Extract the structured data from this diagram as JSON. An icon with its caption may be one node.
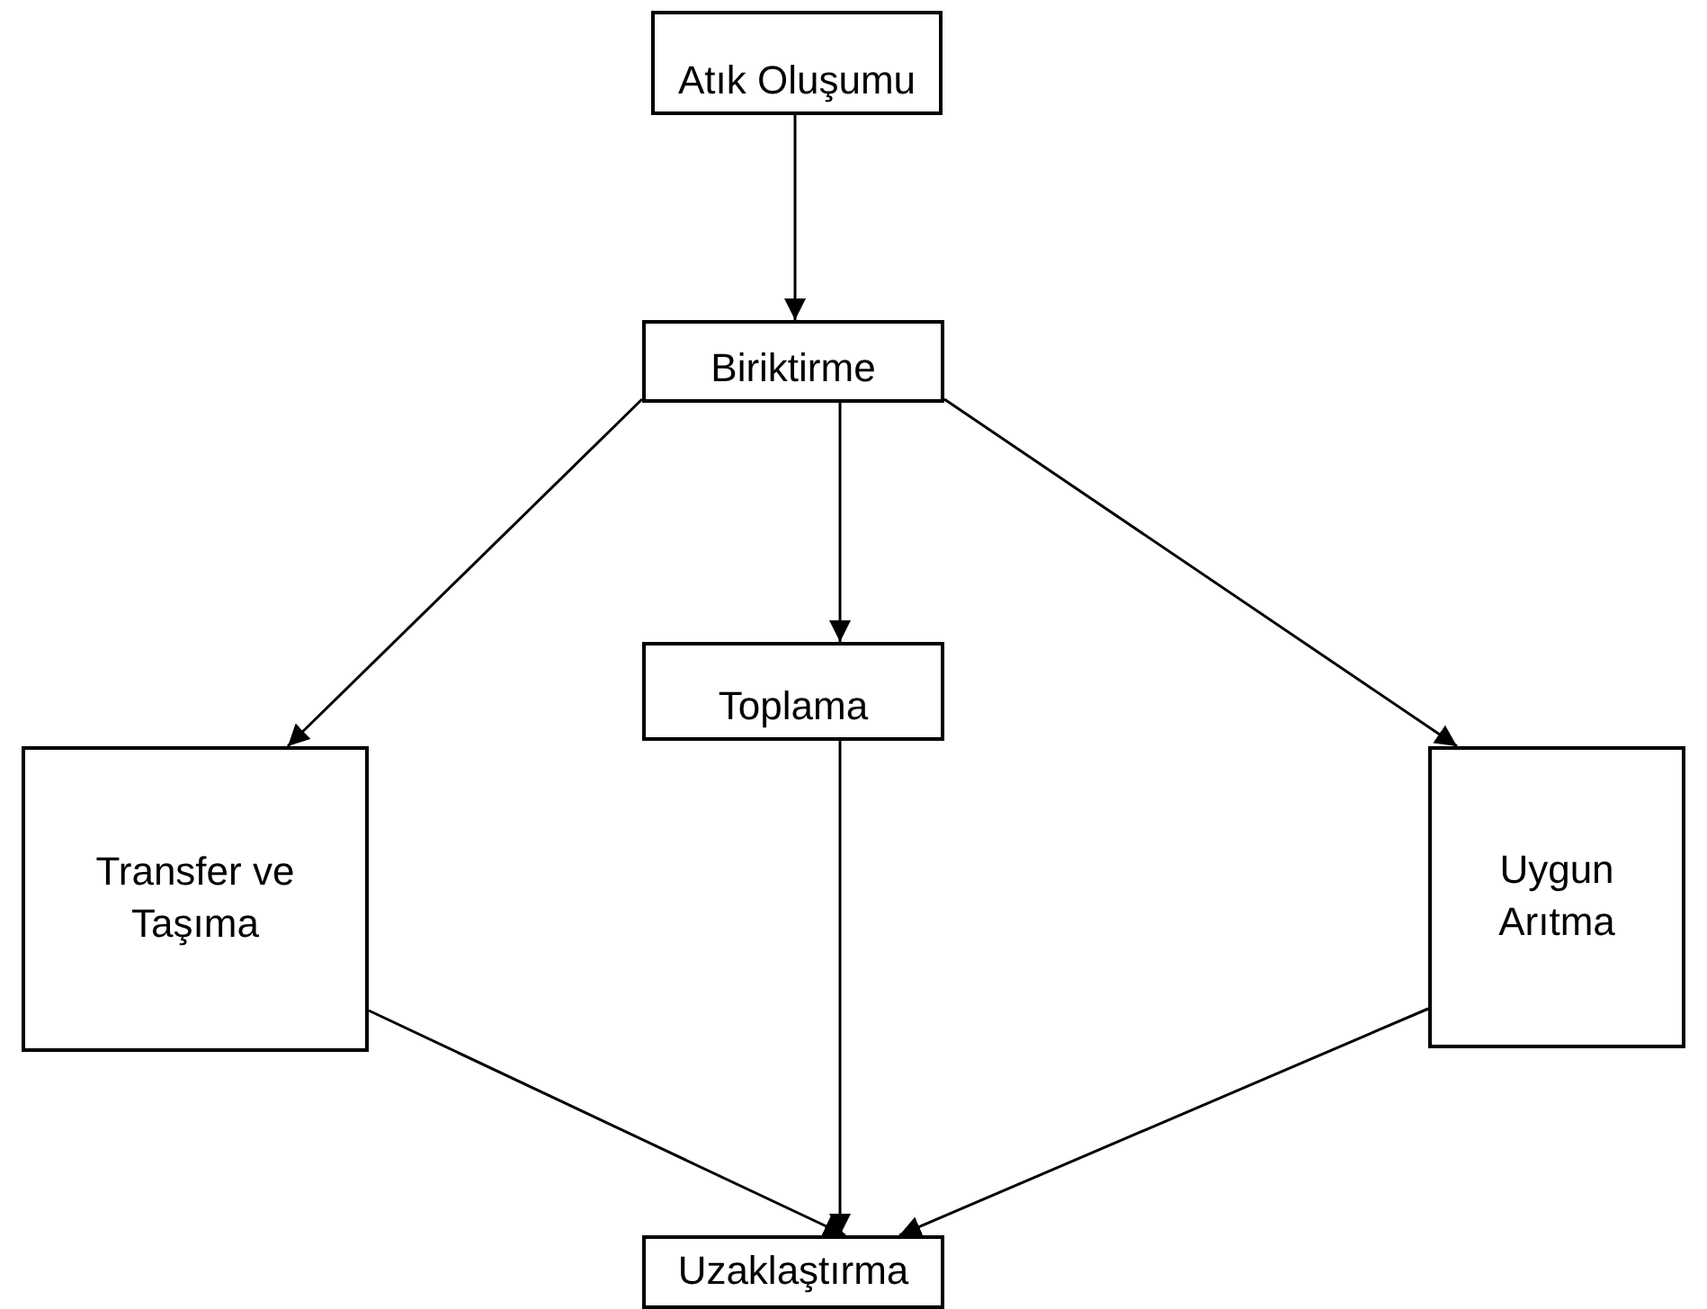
{
  "diagram": {
    "nodes": [
      {
        "text": [
          "Atık Oluşumu"
        ]
      },
      {
        "text": [
          "Biriktirme"
        ]
      },
      {
        "text": [
          "Toplama"
        ]
      },
      {
        "text": [
          "Transfer ve Taşıma"
        ]
      },
      {
        "text": [
          "Uygun Arıtma"
        ]
      },
      {
        "text": [
          "Uzaklaştırma"
        ]
      }
    ],
    "edges": [
      {
        "from": 0,
        "to": 1,
        "arrow": "to"
      },
      {
        "from": 1,
        "to": 2,
        "arrow": "to"
      },
      {
        "from": 1,
        "to": 3,
        "arrow": "to"
      },
      {
        "from": 1,
        "to": 4,
        "arrow": "to"
      },
      {
        "from": 2,
        "to": 5,
        "arrow": "to"
      },
      {
        "from": 3,
        "to": 5,
        "arrow": "to"
      },
      {
        "from": 4,
        "to": 5,
        "arrow": "to"
      }
    ]
  }
}
